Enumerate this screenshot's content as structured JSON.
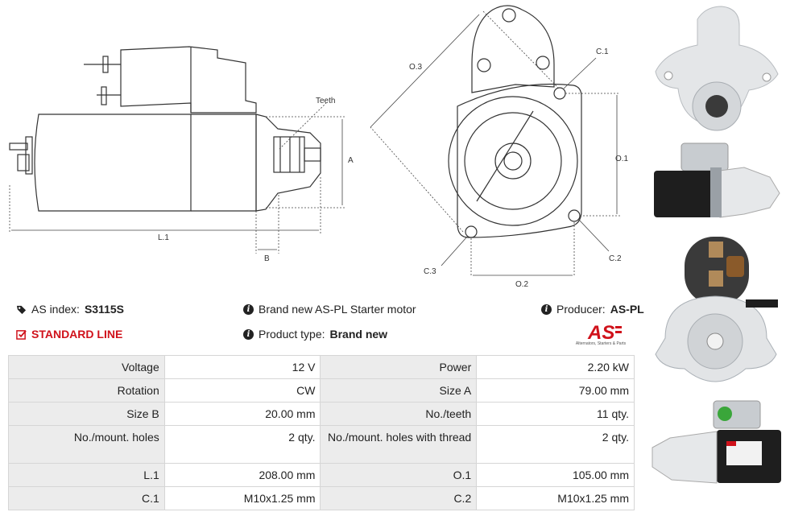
{
  "drawing": {
    "labels": {
      "teeth": "Teeth",
      "a": "A",
      "b": "B",
      "l1": "L.1",
      "o3": "O.3",
      "c1": "C.1",
      "o1": "O.1",
      "c2": "C.2",
      "c3": "C.3",
      "o2": "O.2"
    }
  },
  "info": {
    "as_index_label": "AS index:",
    "as_index_value": "S3115S",
    "standard_line": "STANDARD LINE",
    "description": "Brand new AS-PL Starter motor",
    "product_type_label": "Product type:",
    "product_type_value": "Brand new",
    "producer_label": "Producer:",
    "producer_value": "AS-PL",
    "logo_text": "AS",
    "logo_subtitle": "Alternators, Starters & Parts"
  },
  "specs": [
    {
      "l1": "Voltage",
      "v1": "12 V",
      "l2": "Power",
      "v2": "2.20 kW"
    },
    {
      "l1": "Rotation",
      "v1": "CW",
      "l2": "Size A",
      "v2": "79.00 mm"
    },
    {
      "l1": "Size B",
      "v1": "20.00 mm",
      "l2": "No./teeth",
      "v2": "11 qty."
    },
    {
      "l1": "No./mount. holes",
      "v1": "2 qty.",
      "l2": "No./mount. holes with thread",
      "v2": "2 qty."
    },
    {
      "l1": "L.1",
      "v1": "208.00 mm",
      "l2": "O.1",
      "v2": "105.00 mm"
    },
    {
      "l1": "C.1",
      "v1": "M10x1.25 mm",
      "l2": "C.2",
      "v2": "M10x1.25 mm"
    }
  ],
  "colors": {
    "accent_red": "#d0121b",
    "label_bg": "#ececec",
    "border": "#d6d6d6"
  }
}
